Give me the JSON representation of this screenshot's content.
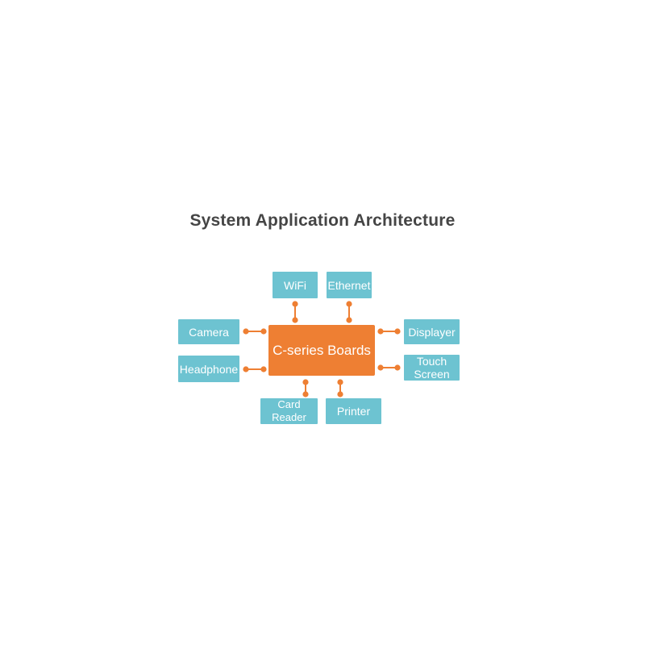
{
  "title": "System Application Architecture",
  "hub": {
    "label": "C-series Boards"
  },
  "peripherals": {
    "wifi": "WiFi",
    "ethernet": "Ethernet",
    "camera": "Camera",
    "headphone": "Headphone",
    "displayer": "Displayer",
    "touch_screen": "Touch\nScreen",
    "card_reader": "Card Reader",
    "printer": "Printer"
  },
  "colors": {
    "hub": "#ee7f33",
    "node": "#6dc3d1",
    "connector": "#ee7f33",
    "title": "#454545"
  }
}
